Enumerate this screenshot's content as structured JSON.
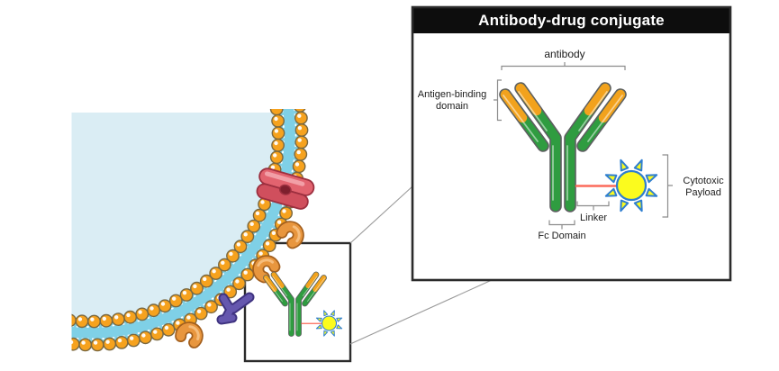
{
  "inset": {
    "title": "Antibody-drug conjugate",
    "labels": {
      "antibody": "antibody",
      "antigen_binding_line1": "Antigen-binding",
      "antigen_binding_line2": "domain",
      "cytotoxic_line1": "Cytotoxic",
      "cytotoxic_line2": "Payload",
      "linker": "Linker",
      "fc_domain": "Fc Domain"
    }
  },
  "colors": {
    "banner_bg": "#0d0d0d",
    "banner_text": "#ffffff",
    "box_border": "#2b2b2b",
    "bracket": "#8c8c8c",
    "connector": "#9a9a9a",
    "label_text": "#1c1c1c",
    "antibody_green": "#2f9c40",
    "antibody_orange": "#f2a21d",
    "antibody_outline": "#5d5e60",
    "antibody_gloss": "#ffffff",
    "linker_red": "#fb6a5a",
    "payload_yellow": "#fbfb1e",
    "payload_blue": "#2e7ed0",
    "cell_fill": "#daedf4",
    "membrane_fill": "#7fd0e6",
    "membrane_dash": "#ffffff",
    "bead_fill": "#f6a21e",
    "bead_outline": "#7a6840",
    "bead_shine": "#ffffff",
    "receptor_red": "#e2636f",
    "receptor_red_dark": "#9c2f3f",
    "receptor_red_bottom": "#d04f5d",
    "receptor_hole": "#7e1f2d",
    "receptor_highlight": "#f4a9b1",
    "ligand_orange": "#e8963e",
    "ligand_outline": "#a35f1d",
    "ligand_highlight": "#f7c183",
    "purple_receptor": "#6557ae",
    "purple_outline": "#3f3380"
  }
}
